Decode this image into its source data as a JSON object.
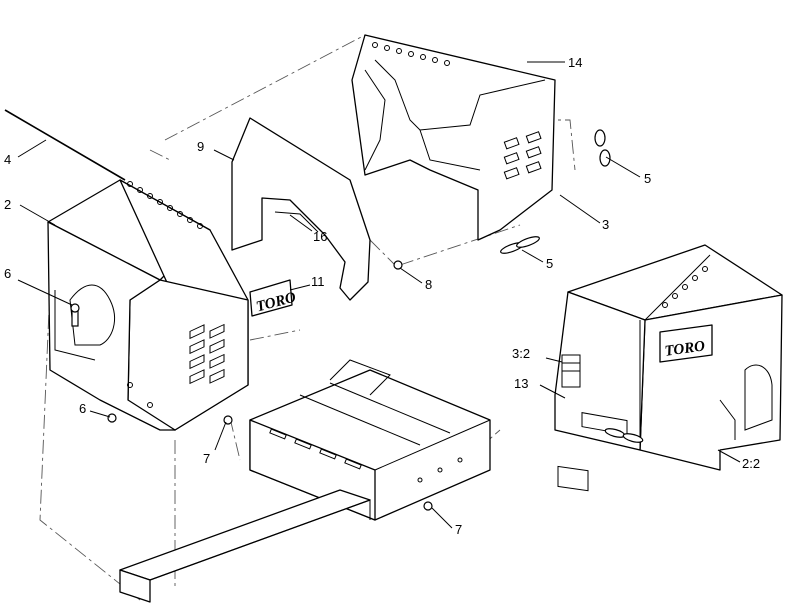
{
  "callouts": {
    "c2": "2",
    "c3": "3",
    "c4": "4",
    "c5a": "5",
    "c5b": "5",
    "c6a": "6",
    "c6b": "6",
    "c7a": "7",
    "c7b": "7",
    "c8": "8",
    "c9": "9",
    "c11": "11",
    "c13": "13",
    "c14": "14",
    "c16": "16",
    "c32": "3:2",
    "c22": "2:2"
  },
  "logos": {
    "left_cover": "TORO",
    "assembled_cover": "TORO"
  }
}
